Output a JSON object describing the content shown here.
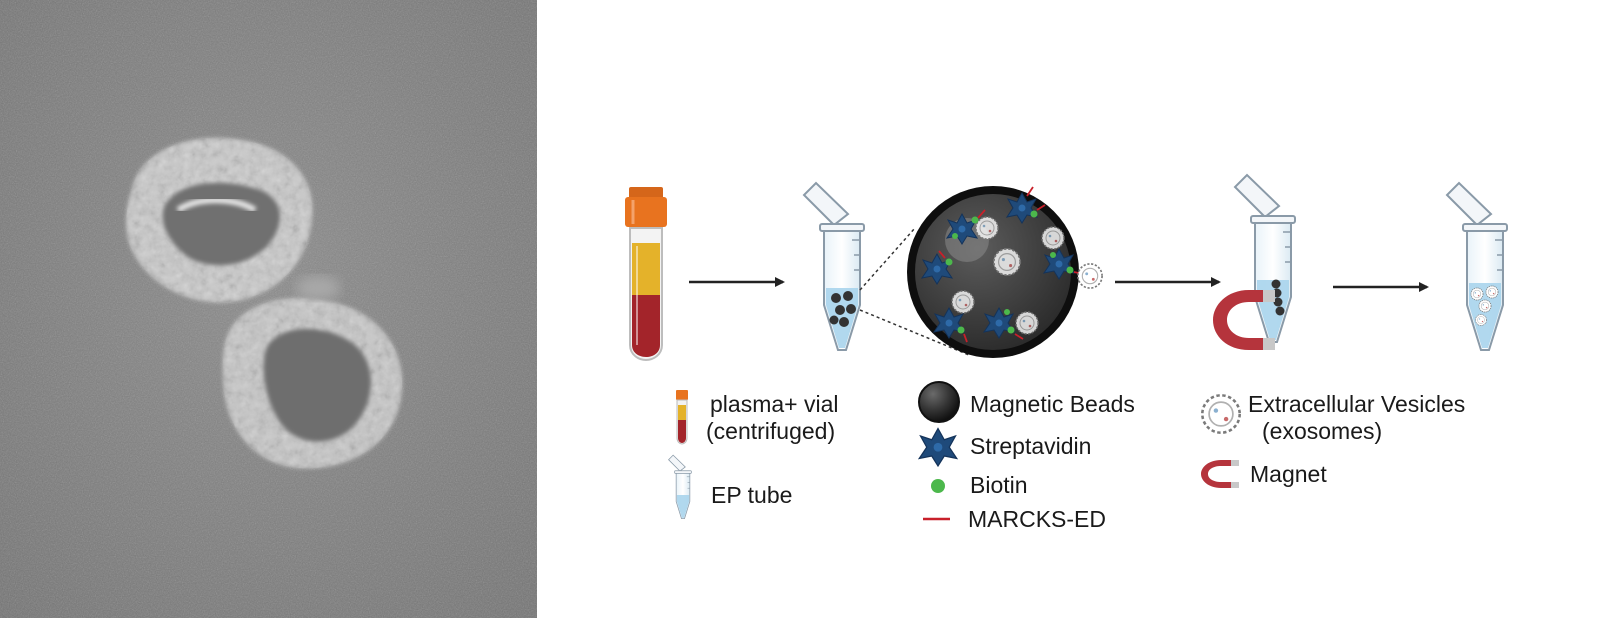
{
  "legend": {
    "plasma_vial_line1": "plasma+ vial",
    "plasma_vial_line2": "(centrifuged)",
    "ep_tube": "EP tube",
    "magnetic_beads": "Magnetic Beads",
    "streptavidin": "Streptavidin",
    "biotin": "Biotin",
    "marcks_ed": "MARCKS-ED",
    "vesicles_line1": "Extracellular Vesicles",
    "vesicles_line2": "(exosomes)",
    "magnet": "Magnet"
  },
  "colors": {
    "em_background": "#828282",
    "vial_cap": "#e8731f",
    "plasma": "#e4b22a",
    "blood": "#a3242a",
    "tube_liquid": "#a8d4ec",
    "bead": "#333333",
    "streptavidin": "#1f4a7a",
    "biotin": "#4cb84c",
    "marcks_ed": "#c8202a",
    "magnet": "#b5343c"
  },
  "icons": [
    "electron-micrograph-vesicles",
    "blood-vial-icon",
    "ep-tube-icon",
    "magnetic-bead-icon",
    "streptavidin-icon",
    "biotin-icon",
    "marcks-ed-icon",
    "vesicle-icon",
    "magnet-icon",
    "arrow-icon"
  ]
}
